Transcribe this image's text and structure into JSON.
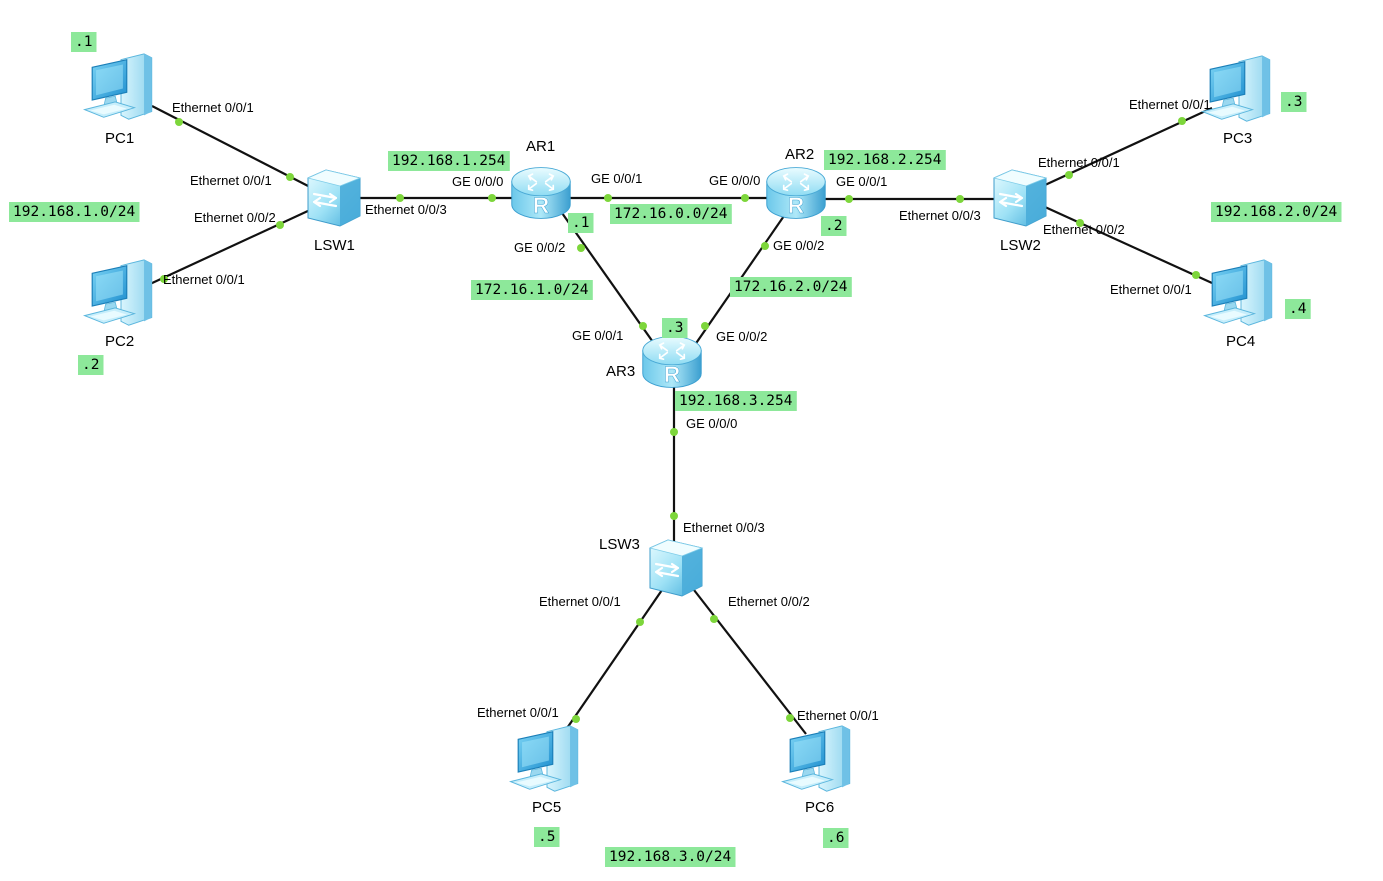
{
  "colors": {
    "link": "#111111",
    "port_dot": "#7dd63b",
    "tag_bg": "#8de89a",
    "device_light": "#c4f0fb",
    "device_mid": "#7fd6f0",
    "device_dark": "#2f9fd0",
    "pc_screen": "#2aa7e4"
  },
  "devices": {
    "pc1": {
      "label": "PC1",
      "icon": "pc-icon"
    },
    "pc2": {
      "label": "PC2",
      "icon": "pc-icon"
    },
    "pc3": {
      "label": "PC3",
      "icon": "pc-icon"
    },
    "pc4": {
      "label": "PC4",
      "icon": "pc-icon"
    },
    "pc5": {
      "label": "PC5",
      "icon": "pc-icon"
    },
    "pc6": {
      "label": "PC6",
      "icon": "pc-icon"
    },
    "lsw1": {
      "label": "LSW1",
      "icon": "switch-icon"
    },
    "lsw2": {
      "label": "LSW2",
      "icon": "switch-icon"
    },
    "lsw3": {
      "label": "LSW3",
      "icon": "switch-icon"
    },
    "ar1": {
      "label": "AR1",
      "icon": "router-icon"
    },
    "ar2": {
      "label": "AR2",
      "icon": "router-icon"
    },
    "ar3": {
      "label": "AR3",
      "icon": "router-icon"
    }
  },
  "links": [
    {
      "from": "pc1",
      "from_port": "Ethernet 0/0/1",
      "to": "lsw1",
      "to_port": "Ethernet 0/0/1"
    },
    {
      "from": "pc2",
      "from_port": "Ethernet 0/0/1",
      "to": "lsw1",
      "to_port": "Ethernet 0/0/2"
    },
    {
      "from": "lsw1",
      "from_port": "Ethernet 0/0/3",
      "to": "ar1",
      "to_port": "GE 0/0/0"
    },
    {
      "from": "ar1",
      "from_port": "GE 0/0/1",
      "to": "ar2",
      "to_port": "GE 0/0/0"
    },
    {
      "from": "ar1",
      "from_port": "GE 0/0/2",
      "to": "ar3",
      "to_port": "GE 0/0/1"
    },
    {
      "from": "ar2",
      "from_port": "GE 0/0/2",
      "to": "ar3",
      "to_port": "GE 0/0/2"
    },
    {
      "from": "ar2",
      "from_port": "GE 0/0/1",
      "to": "lsw2",
      "to_port": "Ethernet 0/0/3"
    },
    {
      "from": "pc3",
      "from_port": "Ethernet 0/0/1",
      "to": "lsw2",
      "to_port": "Ethernet 0/0/1"
    },
    {
      "from": "pc4",
      "from_port": "Ethernet 0/0/1",
      "to": "lsw2",
      "to_port": "Ethernet 0/0/2"
    },
    {
      "from": "ar3",
      "from_port": "GE 0/0/0",
      "to": "lsw3",
      "to_port": "Ethernet 0/0/3"
    },
    {
      "from": "pc5",
      "from_port": "Ethernet 0/0/1",
      "to": "lsw3",
      "to_port": "Ethernet 0/0/1"
    },
    {
      "from": "pc6",
      "from_port": "Ethernet 0/0/1",
      "to": "lsw3",
      "to_port": "Ethernet 0/0/2"
    }
  ],
  "tags": {
    "pc1_host": ".1",
    "pc2_host": ".2",
    "pc3_host": ".3",
    "pc4_host": ".4",
    "pc5_host": ".5",
    "pc6_host": ".6",
    "net1": "192.168.1.0/24",
    "net2": "192.168.2.0/24",
    "net3": "192.168.3.0/24",
    "gw1": "192.168.1.254",
    "gw2": "192.168.2.254",
    "gw3": "192.168.3.254",
    "ar1_host": ".1",
    "ar2_host": ".2",
    "ar3_host": ".3",
    "link_ar1_ar2": "172.16.0.0/24",
    "link_ar1_ar3": "172.16.1.0/24",
    "link_ar2_ar3": "172.16.2.0/24"
  }
}
